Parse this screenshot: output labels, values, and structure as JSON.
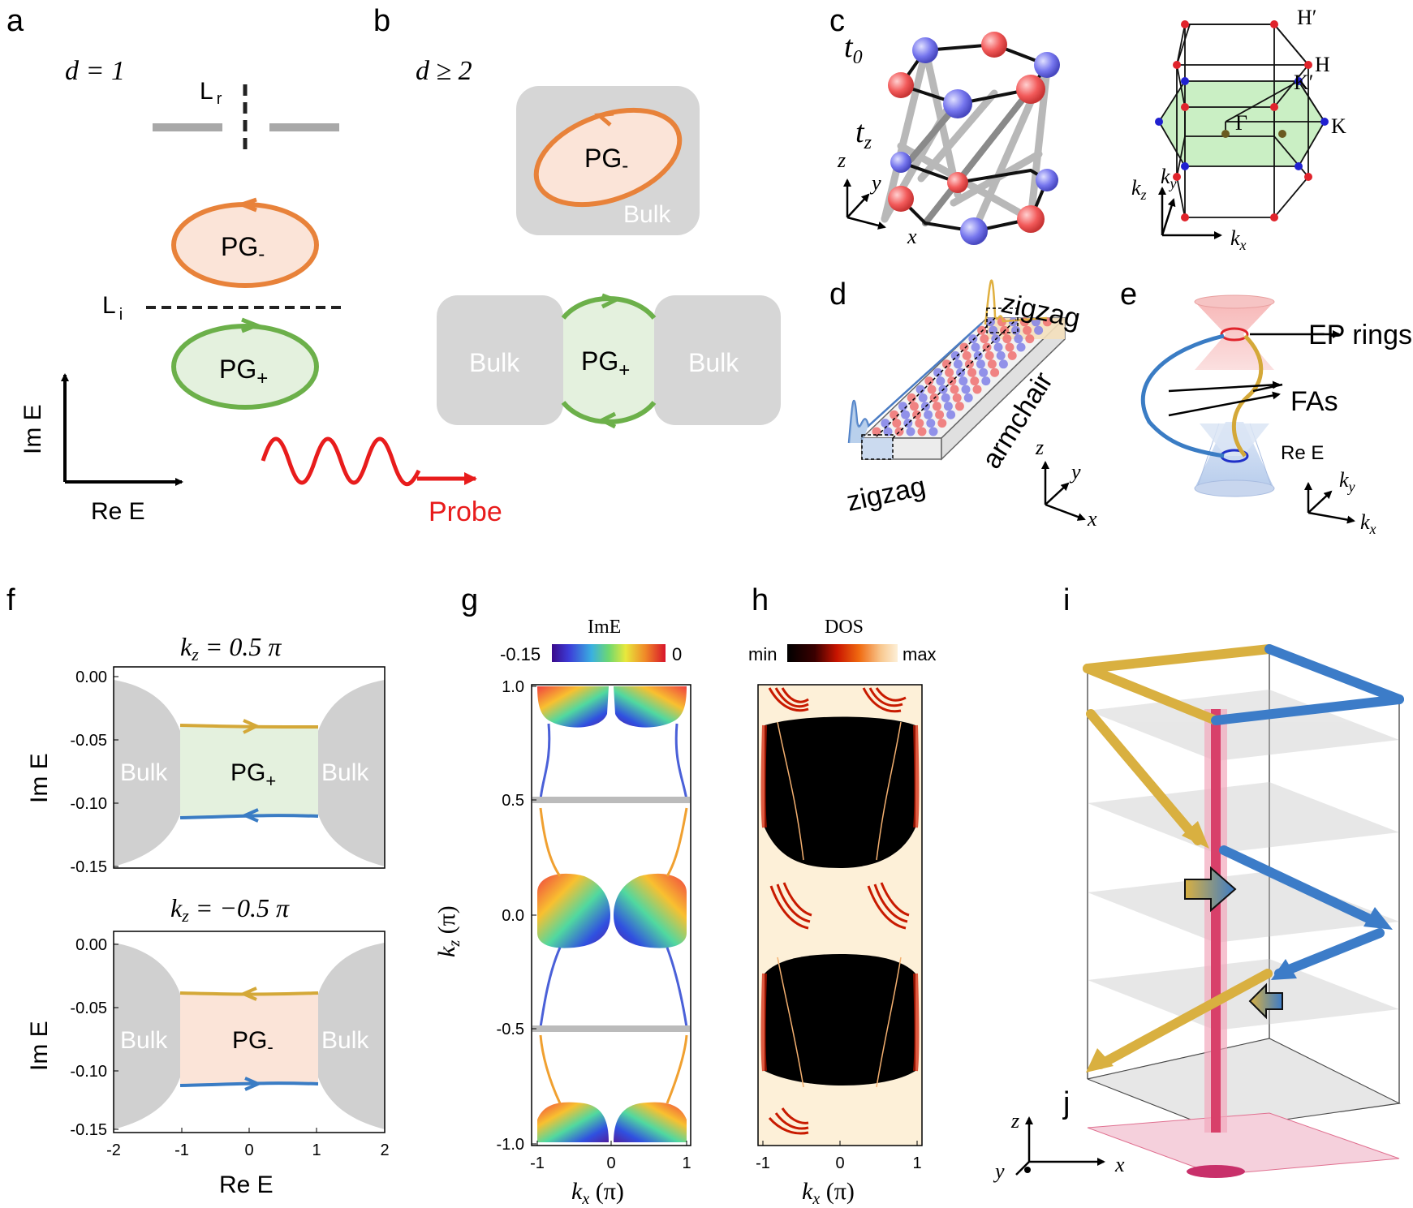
{
  "panel_labels": {
    "a": "a",
    "b": "b",
    "c": "c",
    "d": "d",
    "e": "e",
    "f": "f",
    "g": "g",
    "h": "h",
    "i": "i",
    "j": "j"
  },
  "panel_a": {
    "dim_label": "d = 1",
    "lr": "L",
    "lr_sub": "r",
    "li": "L",
    "li_sub": "i",
    "pg_minus": "PG",
    "pg_minus_sub": "-",
    "pg_plus": "PG",
    "pg_plus_sub": "+",
    "axis_y": "Im E",
    "axis_x": "Re E",
    "probe": "Probe"
  },
  "panel_b": {
    "dim_label": "d ≥ 2",
    "pg_minus": "PG",
    "pg_minus_sub": "-",
    "pg_plus": "PG",
    "pg_plus_sub": "+",
    "bulk": "Bulk"
  },
  "panel_c": {
    "t0": "t",
    "t0_sub": "0",
    "tz": "t",
    "tz_sub": "z",
    "axes": {
      "z": "z",
      "y": "y",
      "x": "x"
    },
    "bz_points": {
      "Hp": "H′",
      "H": "H",
      "Kp": "K′",
      "Gamma": "Γ",
      "K": "K"
    },
    "k_axes": {
      "kz": "k",
      "kz_sub": "z",
      "ky": "k",
      "ky_sub": "y",
      "kx": "k",
      "kx_sub": "x"
    }
  },
  "panel_d": {
    "zigzag_top": "zigzag",
    "zigzag_bottom": "zigzag",
    "armchair": "armchair",
    "axes": {
      "z": "z",
      "y": "y",
      "x": "x"
    }
  },
  "panel_e": {
    "ep_rings": "EP rings",
    "fas": "FAs",
    "re_e": "Re E",
    "ky": "k",
    "ky_sub": "y",
    "kx": "k",
    "kx_sub": "x"
  },
  "panel_f": {
    "top_title": "k",
    "top_title_sub": "z",
    "top_title_rest": " = 0.5 π",
    "bottom_title": "k",
    "bottom_title_sub": "z",
    "bottom_title_rest": " = −0.5 π",
    "ylabel": "Im E",
    "xlabel": "Re E",
    "yticks": [
      "0.00",
      "-0.05",
      "-0.10",
      "-0.15"
    ],
    "xticks": [
      "-2",
      "-1",
      "0",
      "1",
      "2"
    ],
    "bulk": "Bulk",
    "pg_plus": "PG",
    "pg_plus_sub": "+",
    "pg_minus": "PG",
    "pg_minus_sub": "-",
    "colors": {
      "yellow": "#d4a838",
      "blue": "#3a7cc4",
      "bulk": "#d0d0d0",
      "green_fill": "#e4f1de",
      "pink_fill": "#fbe4d8"
    }
  },
  "panel_g": {
    "colorbar_title": "ImE",
    "cb_min": "-0.15",
    "cb_max": "0",
    "yticks": [
      "1.0",
      "0.5",
      "0.0",
      "-0.5",
      "-1.0"
    ],
    "xticks": [
      "-1",
      "0",
      "1"
    ],
    "ylabel": "k",
    "ylabel_sub": "z",
    "ylabel_unit": " (π)",
    "xlabel": "k",
    "xlabel_sub": "x",
    "xlabel_unit": " (π)"
  },
  "panel_h": {
    "colorbar_title": "DOS",
    "cb_min": "min",
    "cb_max": "max",
    "xticks": [
      "-1",
      "0",
      "1"
    ],
    "xlabel": "k",
    "xlabel_sub": "x",
    "xlabel_unit": " (π)"
  },
  "panel_i": {
    "axes": {
      "z": "z",
      "y": "y",
      "x": "x"
    },
    "colors": {
      "yellow": "#d9b040",
      "blue": "#3c7cc8",
      "red": "#d8406a"
    }
  },
  "colors": {
    "orange": "#e8823a",
    "green": "#6cb04a",
    "red_probe": "#e81c1c",
    "gray_box": "#d6d6d6",
    "site_red": "#f25a5a",
    "site_blue": "#6f6fe6"
  }
}
